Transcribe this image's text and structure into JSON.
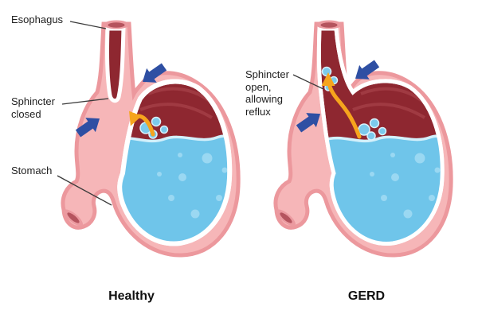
{
  "panels": {
    "healthy": {
      "caption": "Healthy",
      "labels": {
        "esophagus": "Esophagus",
        "sphincter_state": "Sphincter closed",
        "stomach": "Stomach"
      }
    },
    "gerd": {
      "caption": "GERD",
      "labels": {
        "sphincter_state": "Sphincter open, allowing reflux"
      }
    }
  },
  "colors": {
    "background": "#ffffff",
    "body": "#f6b6b8",
    "body_stroke": "#ec989d",
    "opening_rim": "#eb9aa0",
    "opening_hole": "#b5545e",
    "interior": "#8e2730",
    "interior_streak": "#a8434b",
    "liquid": "#6fc5ea",
    "liquid_highlight": "#d3f0fb",
    "bubble": "#7ccaec",
    "bubble_light": "#a9def4",
    "arrow_blue": "#2e4fa3",
    "arrow_yellow": "#f6a41d",
    "outline_white": "#ffffff",
    "callout": "#3a3a3a"
  }
}
